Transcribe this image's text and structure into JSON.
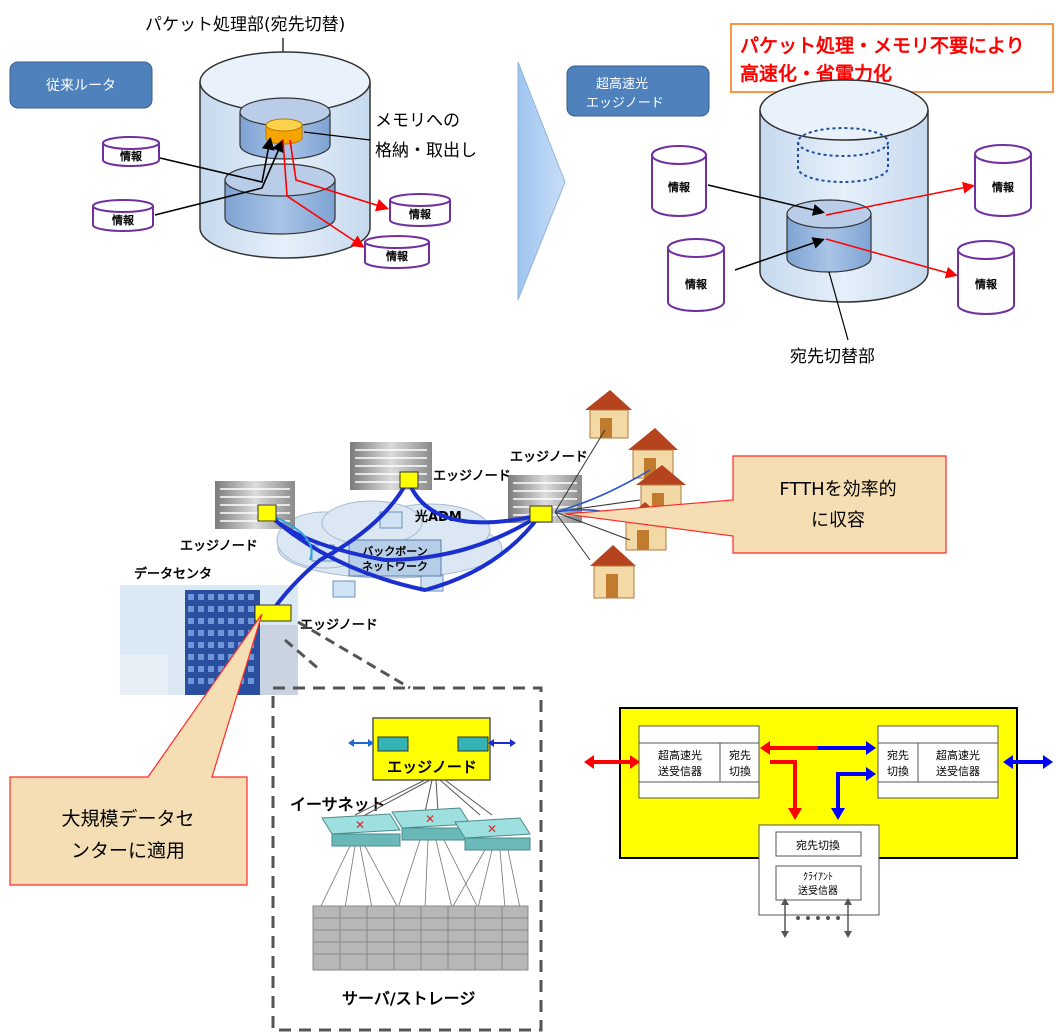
{
  "top": {
    "conventional_router_label": "従来ルータ",
    "packet_processing_label": "パケット処理部(宛先切替)",
    "memory_label_line1": "メモリへの",
    "memory_label_line2": "格納・取出し",
    "info_label": "情報",
    "ultrafast_node_line1": "超高速光",
    "ultrafast_node_line2": "エッジノード",
    "benefit_line1": "パケット処理・メモリ不要により",
    "benefit_line2": "高速化・省電力化",
    "dest_switch_label": "宛先切替部"
  },
  "network": {
    "edge_node": "エッジノード",
    "optical_adm": "光ADM",
    "backbone_line1": "バックボーン",
    "backbone_line2": "ネットワーク",
    "datacenter": "データセンタ",
    "ftth_line1": "FTTHを効率的",
    "ftth_line2": "に収容",
    "dc_callout_line1": "大規模データセ",
    "dc_callout_line2": "ンターに適用"
  },
  "detail": {
    "edge_node": "エッジノード",
    "ethernet": "イーサネット",
    "servers": "サーバ/ストレージ"
  },
  "block": {
    "transceiver_line1": "超高速光",
    "transceiver_line2": "送受信器",
    "switch_line1": "宛先",
    "switch_line2": "切換",
    "dest_switch": "宛先切換",
    "client_line1": "ｸﾗｲｱﾝﾄ",
    "client_line2": "送受信器"
  },
  "colors": {
    "red": "#ff0000",
    "blue": "#0000ff",
    "yellow": "#ffff00",
    "label_box": "#4f81bd",
    "callout": "#f5deb3",
    "orange_border": "#f79646",
    "purple": "#7030a0"
  }
}
